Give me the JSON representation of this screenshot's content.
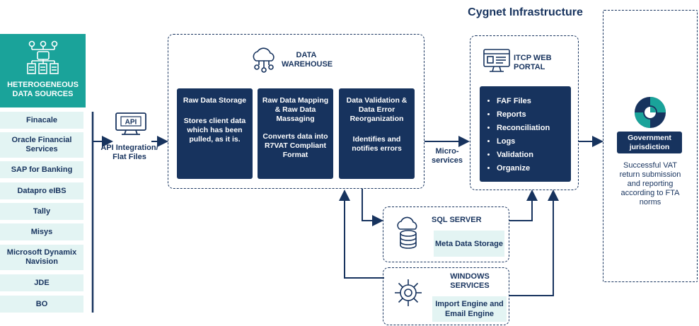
{
  "sources": {
    "header": "HETEROGENEOUS DATA SOURCES",
    "items": [
      "Finacale",
      "Oracle Financial Services",
      "SAP for Banking",
      "Datapro eIBS",
      "Tally",
      "Misys",
      "Microsoft Dynamix Navision",
      "JDE",
      "BO"
    ]
  },
  "api": {
    "icon_text": "API",
    "label": "API Integration/ Flat Files"
  },
  "warehouse": {
    "title": "DATA WAREHOUSE",
    "boxes": [
      {
        "title": "Raw Data Storage",
        "body": "Stores client data which has been pulled, as it is."
      },
      {
        "title": "Raw Data Mapping & Raw Data Massaging",
        "body": "Converts data into R7VAT Compliant Format"
      },
      {
        "title": "Data Validation & Data Error Reorganization",
        "body": "Identifies and notifies errors"
      }
    ]
  },
  "micro": {
    "label": "Micro-services"
  },
  "infra": {
    "title": "Cygnet Infrastructure",
    "portal_title": "ITCP WEB PORTAL",
    "features": [
      "FAF Files",
      "Reports",
      "Reconciliation",
      "Logs",
      "Validation",
      "Organize"
    ]
  },
  "sql": {
    "title": "SQL SERVER",
    "box": "Meta Data Storage"
  },
  "windows": {
    "title": "WINDOWS SERVICES",
    "box": "Import Engine and Email Engine"
  },
  "gov": {
    "title": "Government jurisdiction",
    "text": "Successful VAT return submission and reporting according to FTA norms"
  },
  "colors": {
    "navy": "#17335e",
    "teal": "#1aa39a",
    "mint": "#e3f4f3"
  }
}
